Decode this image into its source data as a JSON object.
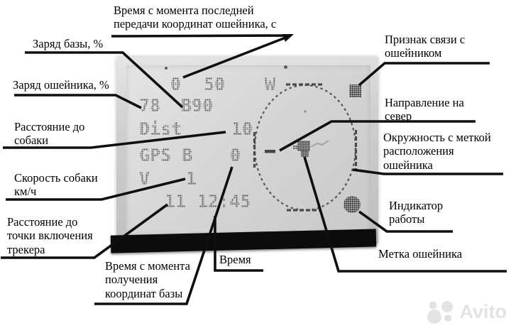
{
  "labels": {
    "last_transmit_time": "Время с момента последней передачи координат ошейника, с",
    "base_charge": "Заряд базы, %",
    "collar_charge": "Заряд ошейника, %",
    "dog_distance": "Расстояние до собаки",
    "dog_speed": "Скорость собаки км/ч",
    "tracker_point_distance": "Расстояние до точки включения трекера",
    "base_coords_time": "Время с момента получения координат базы",
    "time": "Время",
    "collar_link": "Признак связи с ошейником",
    "north_direction": "Направление на север",
    "collar_circle": "Окружность с меткой расположения ошейника",
    "work_indicator": "Индикатор работы",
    "collar_mark": "Метка ошейника"
  },
  "display": {
    "transmit_seconds": "0",
    "interval_value": "50",
    "direction_letter": "W",
    "collar_charge": "78",
    "base_charge": "B90",
    "dist_label": "Dist",
    "dist_value": "10",
    "gps_label": "GPS B",
    "gps_value": "0",
    "speed_label": "V",
    "speed_value": "1",
    "tracker_distance": "11",
    "time": "12:45"
  },
  "watermark": {
    "text": "Avito"
  }
}
